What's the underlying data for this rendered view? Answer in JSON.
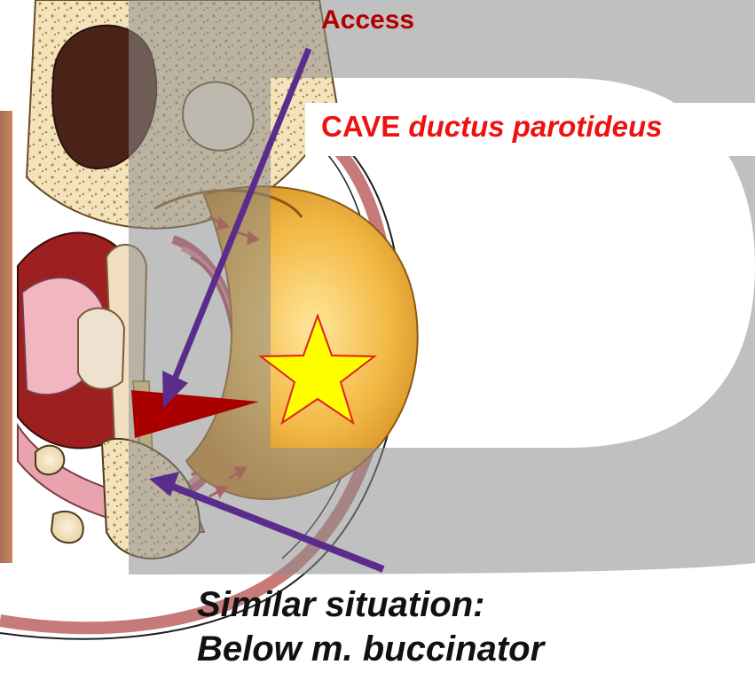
{
  "labels": {
    "access": "Access",
    "cave_prefix": "CAVE",
    "cave_term": "ductus parotideus",
    "similar_line1": "Similar situation:",
    "similar_line2": "Below m. buccinator"
  },
  "colors": {
    "access_text": "#b00000",
    "cave_text": "#ee1111",
    "arrow": "#5a2d8c",
    "wedge": "#a80000",
    "star_fill": "#ffff00",
    "star_stroke": "#e02020",
    "backdrop_letter": "#9a9a9a",
    "abscess": "#f0b43c"
  },
  "icons": {
    "star": "star-icon",
    "arrow_access": "arrow-down-left-icon",
    "arrow_similar": "arrow-up-left-icon"
  }
}
